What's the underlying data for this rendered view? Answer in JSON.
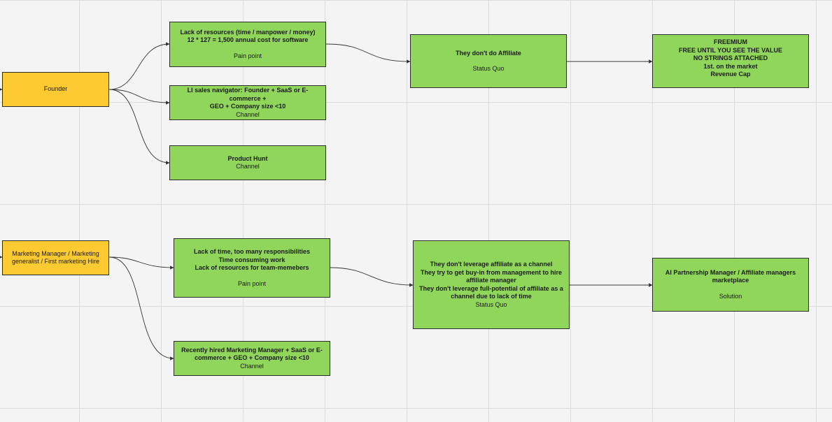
{
  "colors": {
    "persona": "#fdca32",
    "box": "#8fd65a",
    "stroke": "#2b2b2b",
    "grid": "#dcdcdc"
  },
  "founder": {
    "persona": "Founder",
    "pain": {
      "body": "Lack of resources (time / manpower / money)\n12 * 127 = 1,500 annual cost for software",
      "tag": "Pain point"
    },
    "channel1": {
      "body": "LI sales navigator: Founder + SaaS or E-commerce +\nGEO + Company size <10",
      "tag": "Channel"
    },
    "channel2": {
      "body": "Product Hunt",
      "tag": "Channel"
    },
    "status": {
      "body": "They don't do Affiliate",
      "tag": "Status Quo"
    },
    "solution": {
      "body": "FREEMIUM\nFREE UNTIL YOU SEE THE VALUE\nNO STRINGS ATTACHED\n1st. on the market\nRevenue Cap"
    }
  },
  "marketing": {
    "persona": "Marketing Manager / Marketing generalist / First marketing Hire",
    "pain": {
      "body": "Lack of time, too many responsibilities\nTime consuming work\nLack of resources for team-memebers",
      "tag": "Pain point"
    },
    "channel": {
      "body": "Recently hired Marketing Manager + SaaS or E-\ncommerce + GEO + Company size <10",
      "tag": "Channel"
    },
    "status": {
      "body": "They don't leverage affiliate as a channel\nThey try to get buy-in from management to hire\naffiliate manager\nThey don't leverage full-potential of affiliate as a\nchannel due to lack of time",
      "tag": "Status Quo"
    },
    "solution": {
      "body": "AI Partnership Manager / Affiliate managers\nmarketplace",
      "tag": "Solution"
    }
  }
}
